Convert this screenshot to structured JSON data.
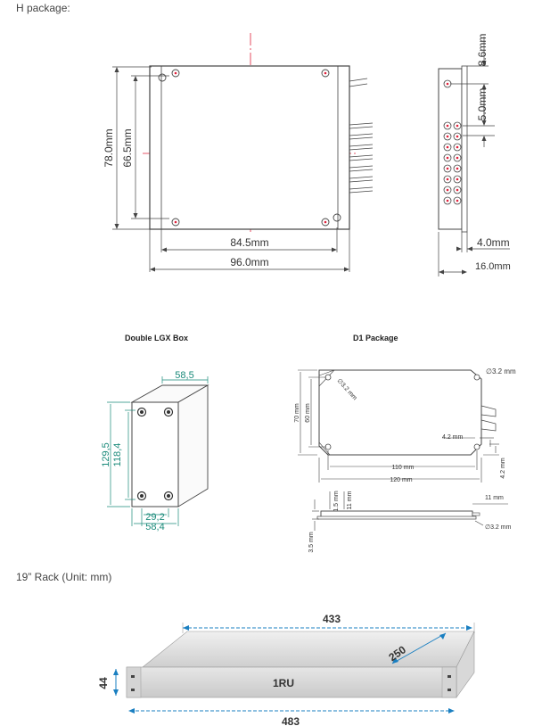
{
  "headings": {
    "h_package": "H package:",
    "rack": "19” Rack (Unit: mm)",
    "double_lgx": "Double LGX Box",
    "d1_package": "D1 Package"
  },
  "h_package": {
    "dim_height_outer": "78.0mm",
    "dim_height_inner": "66.5mm",
    "dim_width_inner": "84.5mm",
    "dim_width_outer": "96.0mm",
    "dim_top": "8.6mm",
    "dim_pitch": "5.0mm",
    "dim_flange": "4.0mm",
    "dim_depth": "16.0mm"
  },
  "lgx_box": {
    "dim_depth": "58,5",
    "dim_h1": "129,5",
    "dim_h2": "118,4",
    "dim_w1": "29,2",
    "dim_w2": "58,4"
  },
  "d1_package": {
    "hole_top": "∅3.2 mm",
    "hole_diag": "∅3.2 mm",
    "dim_height_outer": "70 mm",
    "dim_height_inner": "60 mm",
    "dim_offset": "4.2 mm",
    "dim_offset_side": "4.2 mm",
    "dim_width_inner": "110 mm",
    "dim_width_outer": "120 mm",
    "side_h1": "11 mm",
    "side_h2": "1.5 mm",
    "side_h3": "3.5 mm",
    "side_right": "11 mm",
    "hole_side": "∅3.2 mm"
  },
  "rack": {
    "depth_top": "433",
    "depth_diag": "250",
    "height": "44",
    "label": "1RU",
    "width": "483"
  },
  "colors": {
    "line": "#444444",
    "dim_blue": "#1a7fc1",
    "dim_teal": "#1a8a7a",
    "center_red": "#e0203a",
    "panel_fill": "#e0e0e0"
  }
}
